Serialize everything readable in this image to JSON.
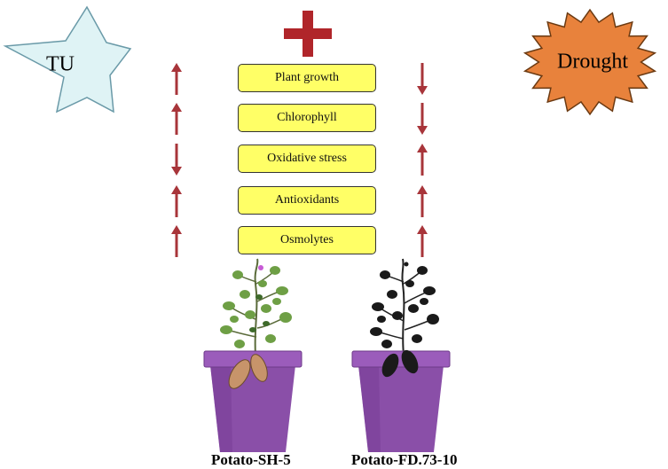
{
  "treatment": {
    "label": "TU",
    "color": "#dff3f5"
  },
  "stress": {
    "label": "Drought",
    "color": "#e8823c"
  },
  "combine_symbol": {
    "icon": "plus-icon",
    "color": "#b0252a"
  },
  "parameters": [
    {
      "label": "Plant growth",
      "left": "up",
      "right": "down"
    },
    {
      "label": "Chlorophyll",
      "left": "up",
      "right": "down"
    },
    {
      "label": "Oxidative stress",
      "left": "down",
      "right": "up"
    },
    {
      "label": "Antioxidants",
      "left": "up",
      "right": "up"
    },
    {
      "label": "Osmolytes",
      "left": "up",
      "right": "up"
    }
  ],
  "arrow_color": "#a8353a",
  "box_color": "#ffff66",
  "plants": [
    {
      "caption": "Potato-SH-5",
      "style": "green-foliage",
      "pot_color": "#8a4fa8"
    },
    {
      "caption": "Potato-FD.73-10",
      "style": "black-foliage",
      "pot_color": "#8a4fa8"
    }
  ]
}
